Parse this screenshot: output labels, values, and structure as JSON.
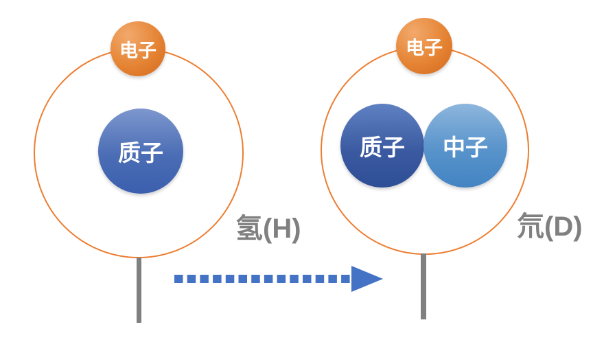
{
  "diagram": {
    "description": "hydrogen-to-deuterium atom structure diagram",
    "atoms": [
      {
        "id": "hydrogen",
        "name_label": "氢(H)",
        "particles": {
          "electron": "电子",
          "proton": "质子"
        }
      },
      {
        "id": "deuterium",
        "name_label": "氘(D)",
        "particles": {
          "electron": "电子",
          "proton": "质子",
          "neutron": "中子"
        }
      }
    ],
    "arrow": {
      "direction": "right",
      "style": "dashed",
      "color": "#4472C4"
    },
    "colors": {
      "orbit_stroke": "#ED7D31",
      "electron_fill_top": "#F2A96C",
      "electron_fill_bottom": "#D4681C",
      "proton_hydrogen_fill_top": "#7D97CE",
      "proton_hydrogen_fill_bottom": "#3B5FAE",
      "proton_deuterium_fill_top": "#5F81C2",
      "proton_deuterium_fill_bottom": "#2E4E96",
      "neutron_fill_top": "#8DB6DD",
      "neutron_fill_bottom": "#4384C3",
      "stand": "#808080",
      "atom_name_text": "#808080",
      "particle_text": "#FFFFFF"
    }
  }
}
